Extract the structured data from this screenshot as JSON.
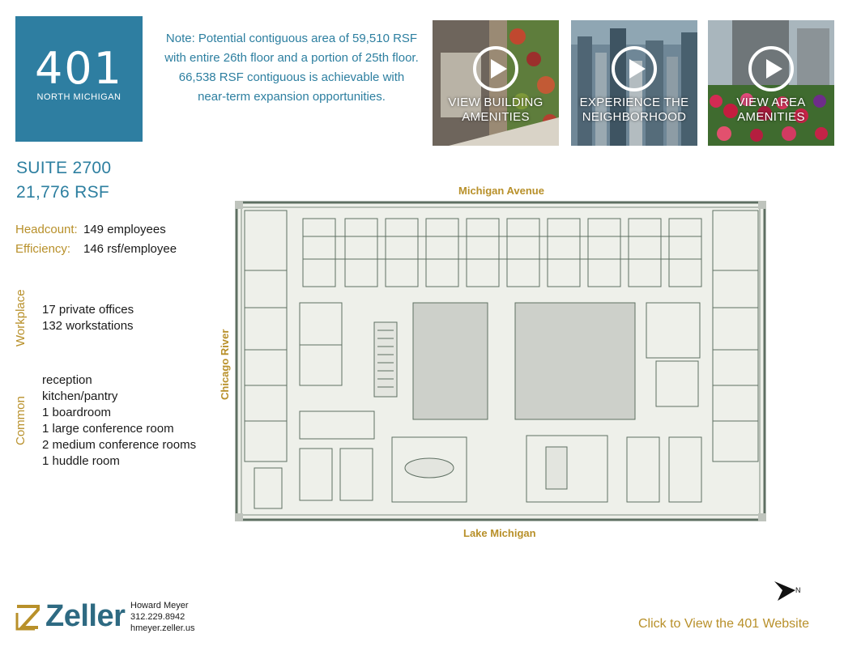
{
  "brand": {
    "logo_number": "401",
    "logo_subtitle": "NORTH MICHIGAN"
  },
  "note": {
    "line1": "Note:  Potential contiguous area of 59,510 RSF",
    "line2": "with entire 26th floor and a portion of 25th floor.",
    "line3": "66,538 RSF contiguous is achievable with",
    "line4": "near-term expansion opportunities."
  },
  "videos": [
    {
      "line1": "VIEW BUILDING",
      "line2": "AMENITIES",
      "icon": "play-icon"
    },
    {
      "line1": "EXPERIENCE THE",
      "line2": "NEIGHBORHOOD",
      "icon": "play-icon"
    },
    {
      "line1": "VIEW AREA",
      "line2": "AMENITIES",
      "icon": "play-icon"
    }
  ],
  "suite": {
    "name": "SUITE 2700",
    "area": "21,776 RSF"
  },
  "stats": {
    "headcount_label": "Headcount:",
    "headcount_value": "149 employees",
    "efficiency_label": "Efficiency:",
    "efficiency_value": "146 rsf/employee"
  },
  "workplace": {
    "label": "Workplace",
    "items": [
      "17 private offices",
      "132 workstations"
    ]
  },
  "common": {
    "label": "Common",
    "items": [
      "reception",
      "kitchen/pantry",
      "1 boardroom",
      "1 large conference room",
      "2 medium conference rooms",
      "1 huddle room"
    ]
  },
  "plan": {
    "north_street": "Michigan Avenue",
    "south_street": "Lake Michigan",
    "west_label": "Chicago River",
    "compass_label": "N"
  },
  "footer": {
    "company": "Zeller",
    "contact_name": "Howard Meyer",
    "contact_phone": "312.229.8942",
    "contact_web": "hmeyer.zeller.us",
    "website_link": "Click to View the 401 Website"
  },
  "colors": {
    "brand_blue": "#2e7ea1",
    "gold": "#b8902a",
    "plan_fill": "#eef0ea",
    "plan_line": "#5e6f62"
  }
}
